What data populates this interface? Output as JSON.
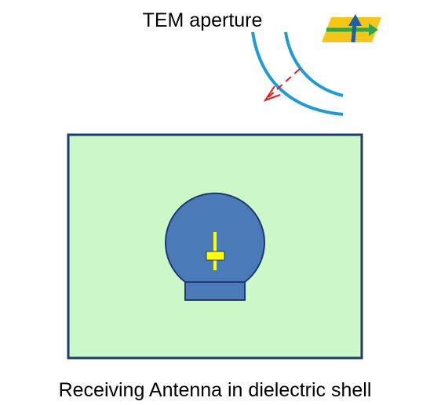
{
  "aperture_label": "TEM aperture",
  "caption": "Receiving Antenna in dielectric shell",
  "colors": {
    "wavefront": "#1e9ad6",
    "incident_arrow": "#e02020",
    "polarization_plate": "#f5c518",
    "polarization_axis": "#2aa84a",
    "polarization_arrow": "#1f5fa8",
    "medium_fill": "#ccf7c8",
    "medium_border": "#1f3a6e",
    "shell_fill": "#4a7ab8",
    "shell_border": "#1f3a6e",
    "antenna": "#ffff00"
  },
  "icons": {
    "polarization": "polarization-indicator-icon",
    "incident_direction": "incident-direction-arrow"
  }
}
